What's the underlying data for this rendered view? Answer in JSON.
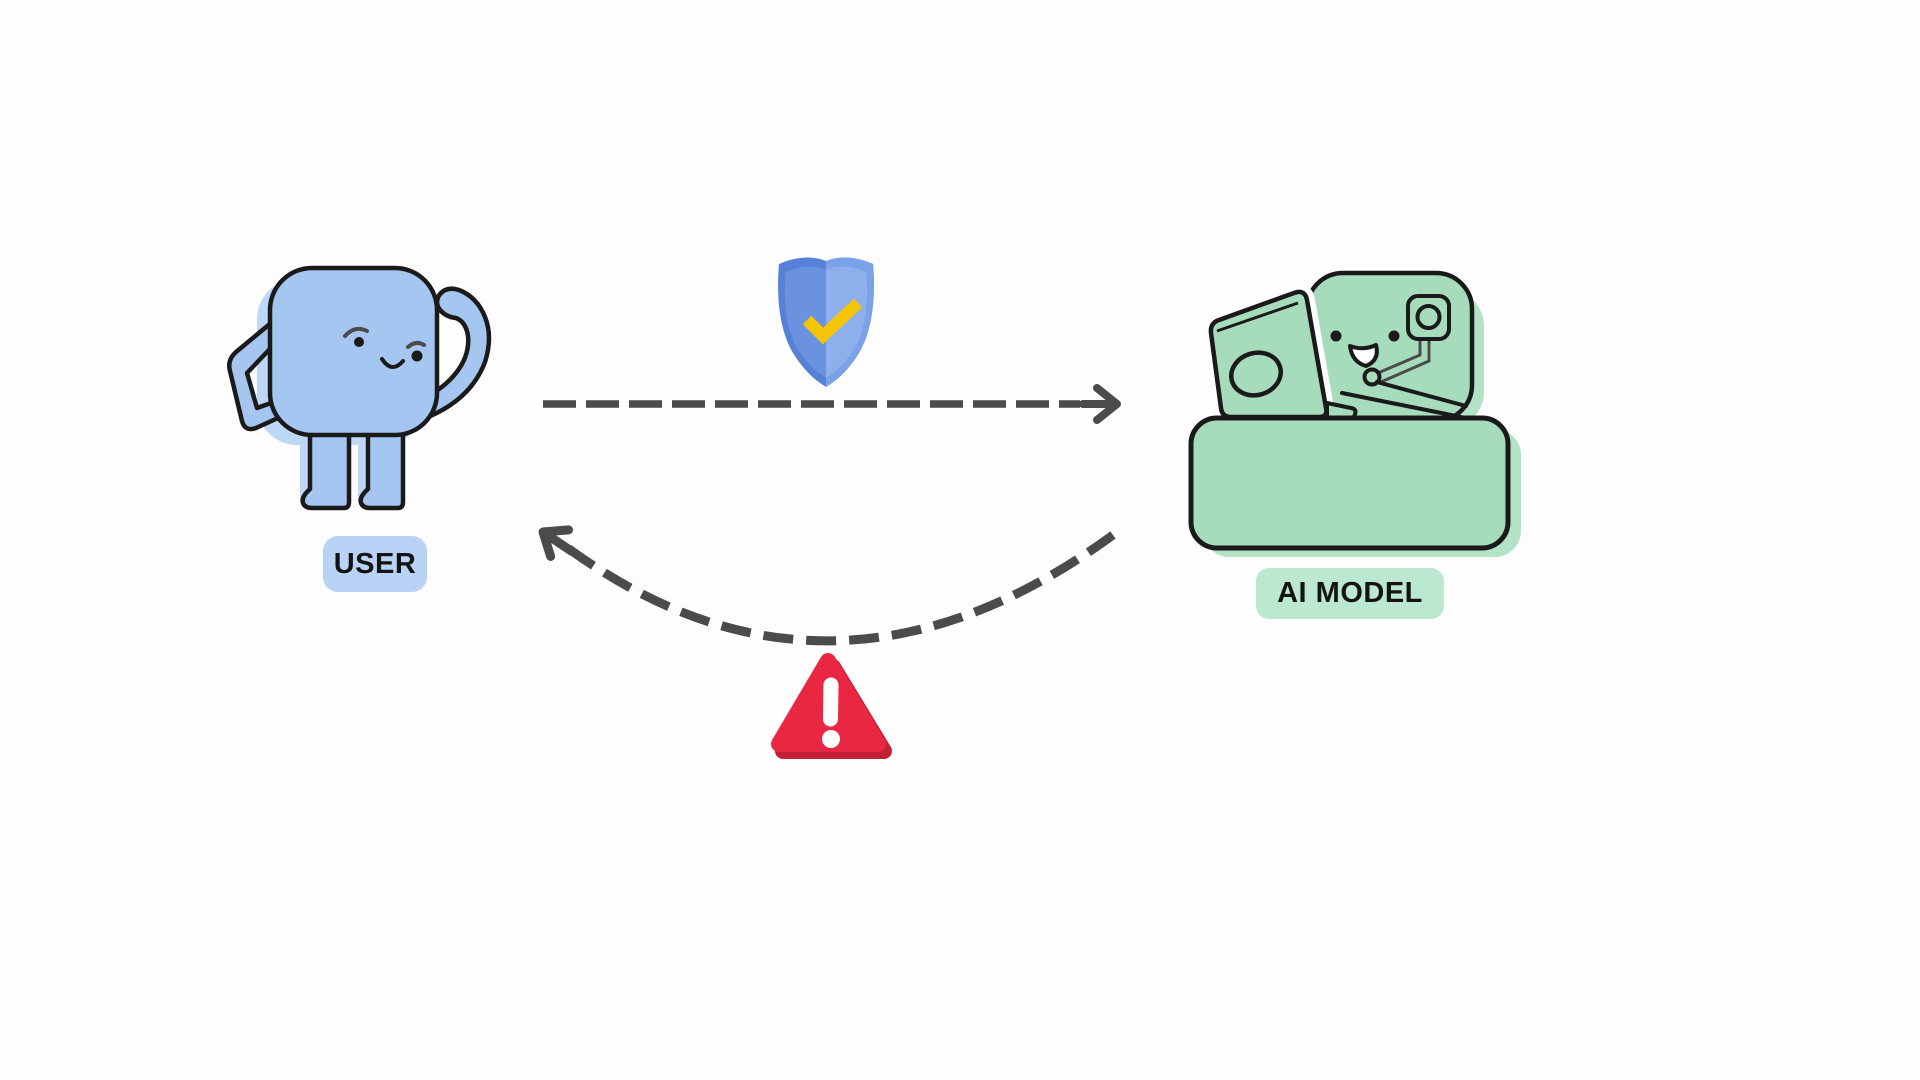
{
  "user": {
    "label": "USER"
  },
  "ai_model": {
    "label": "AI MODEL"
  },
  "icons": {
    "forward_path_icon": "shield-check-icon",
    "return_path_icon": "warning-triangle-icon"
  },
  "arrows": {
    "forward": "dashed-arrow-user-to-ai",
    "return": "dashed-curved-arrow-ai-to-user"
  },
  "colors": {
    "background": "#fdfdfd",
    "outline": "#1a1a1a",
    "arrow_gray": "#4b4b4b",
    "user_blue": "#a4c6f1",
    "user_shadow_blue": "#bdd7f7",
    "user_badge_blue": "#b9d3f6",
    "ai_green": "#a6dcbc",
    "ai_shadow_green": "#b4e2c7",
    "ai_badge_green": "#bce8d1",
    "shield_blue_dark": "#5781d6",
    "shield_blue_light": "#7ba1e7",
    "shield_inner_dark": "#6b92de",
    "shield_inner_light": "#8db0ec",
    "check_yellow": "#f4c406",
    "alert_red": "#ea2742",
    "alert_red_dark": "#c21f35",
    "alert_mark_white": "#ffffff"
  }
}
